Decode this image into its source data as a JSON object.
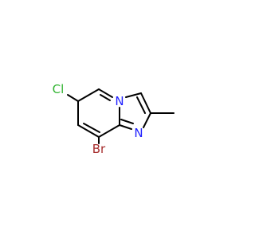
{
  "molecule": {
    "atoms": {
      "chlorine": {
        "symbol": "Cl",
        "color": "#32b432"
      },
      "bromine": {
        "symbol": "Br",
        "color": "#a52a2a"
      },
      "bridgehead_nitrogen": {
        "symbol": "N",
        "color": "#2020ff"
      },
      "imidazole_nitrogen": {
        "symbol": "N",
        "color": "#2020ff"
      }
    },
    "bond_color": "#000000"
  }
}
